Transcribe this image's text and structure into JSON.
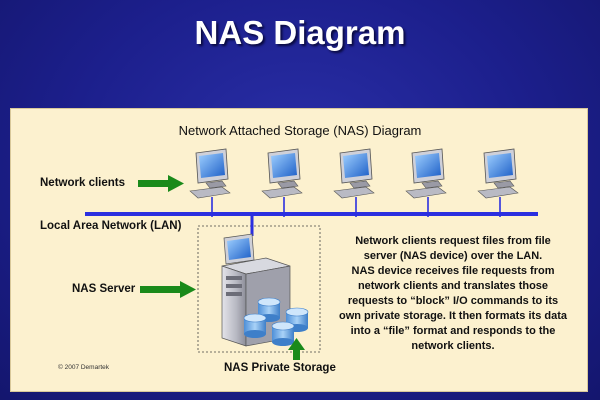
{
  "slide": {
    "title": "NAS Diagram"
  },
  "diagram": {
    "title": "Network Attached Storage (NAS) Diagram",
    "labels": {
      "network_clients": "Network clients",
      "lan": "Local Area Network (LAN)",
      "nas_server": "NAS Server",
      "nas_storage": "NAS Private Storage"
    },
    "description": {
      "p1": "Network clients request files from file server (NAS device) over the LAN.",
      "p2": "NAS device receives file requests from network clients and translates those requests to “block” I/O commands to its own private storage. It then formats its data into a “file” format and responds to the network clients."
    },
    "copyright": "© 2007 Demartek",
    "colors": {
      "background": "#1c1f8c",
      "panel": "#fcf1cf",
      "lan_line": "#2b2fe0",
      "arrow": "#1a8a1a",
      "disk": "#6aa8e6"
    },
    "client_count": 5
  }
}
